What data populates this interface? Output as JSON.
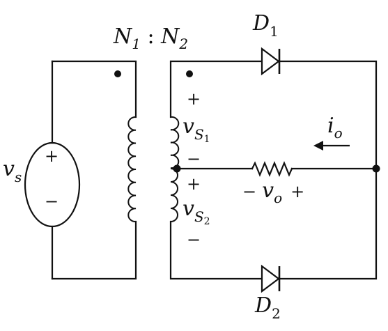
{
  "turns_ratio": {
    "n1": "N",
    "n1_sub": "1",
    "sep": " : ",
    "n2": "N",
    "n2_sub": "2"
  },
  "d1": {
    "letter": "D",
    "sub": "1"
  },
  "d2": {
    "letter": "D",
    "sub": "2"
  },
  "source": {
    "label": "v",
    "sub": "s",
    "plus": "+",
    "minus": "−"
  },
  "vs1": {
    "plus": "+",
    "letter": "v",
    "sub": "S",
    "subsub": "1",
    "minus": "−"
  },
  "vs2": {
    "plus": "+",
    "letter": "v",
    "sub": "S",
    "subsub": "2",
    "minus": "−"
  },
  "load": {
    "minus": "−",
    "letter": "v",
    "sub": "o",
    "plus": "+"
  },
  "current": {
    "letter": "i",
    "sub": "o"
  }
}
